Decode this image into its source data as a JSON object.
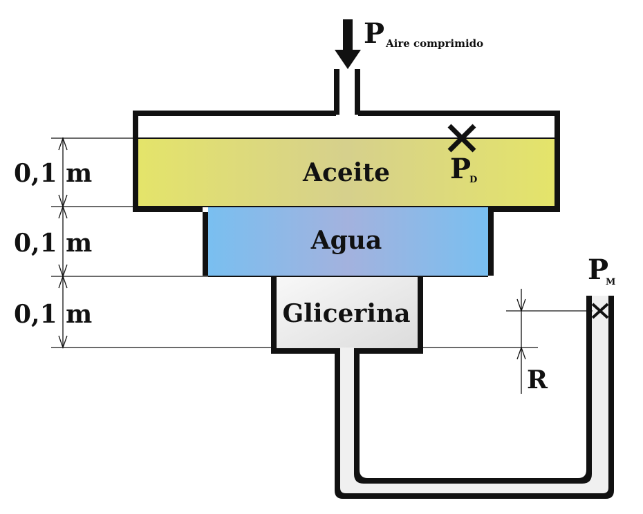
{
  "pressure_input": {
    "symbol": "P",
    "subscript": "Aire comprimido"
  },
  "fluids": [
    {
      "id": "aceite",
      "label": "Aceite",
      "color_left": "#e4e46a",
      "color_mid": "#d6d08c",
      "color_right": "#e4e46a"
    },
    {
      "id": "agua",
      "label": "Agua",
      "color_left": "#79bff0",
      "color_mid": "#a3b2de",
      "color_right": "#79bff0"
    },
    {
      "id": "glicerina",
      "label": "Glicerina",
      "color_left": "#f8f8f8",
      "color_right": "#dcdcdc"
    }
  ],
  "heights": [
    {
      "label": "0,1 m"
    },
    {
      "label": "0,1 m"
    },
    {
      "label": "0,1 m"
    }
  ],
  "point_d": {
    "symbol": "P",
    "subscript": "D"
  },
  "point_m": {
    "symbol": "P",
    "subscript": "M"
  },
  "manometer_reading": {
    "label": "R"
  },
  "colors": {
    "outline": "#111111",
    "tube_fill": "#f0f0f0"
  }
}
